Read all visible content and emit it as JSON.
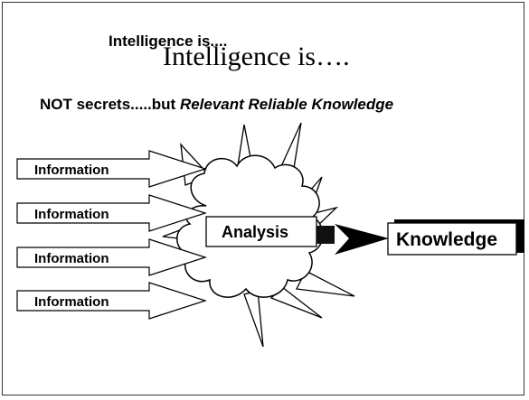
{
  "slide": {
    "title_small": "Intelligence is....",
    "title_large": "Intelligence is….",
    "subtitle_lead": "NOT secrets.....but",
    "subtitle_emphasis": "Relevant Reliable Knowledge"
  },
  "diagram": {
    "inputs": [
      "Information",
      "Information",
      "Information",
      "Information"
    ],
    "process": "Analysis",
    "output": "Knowledge"
  }
}
